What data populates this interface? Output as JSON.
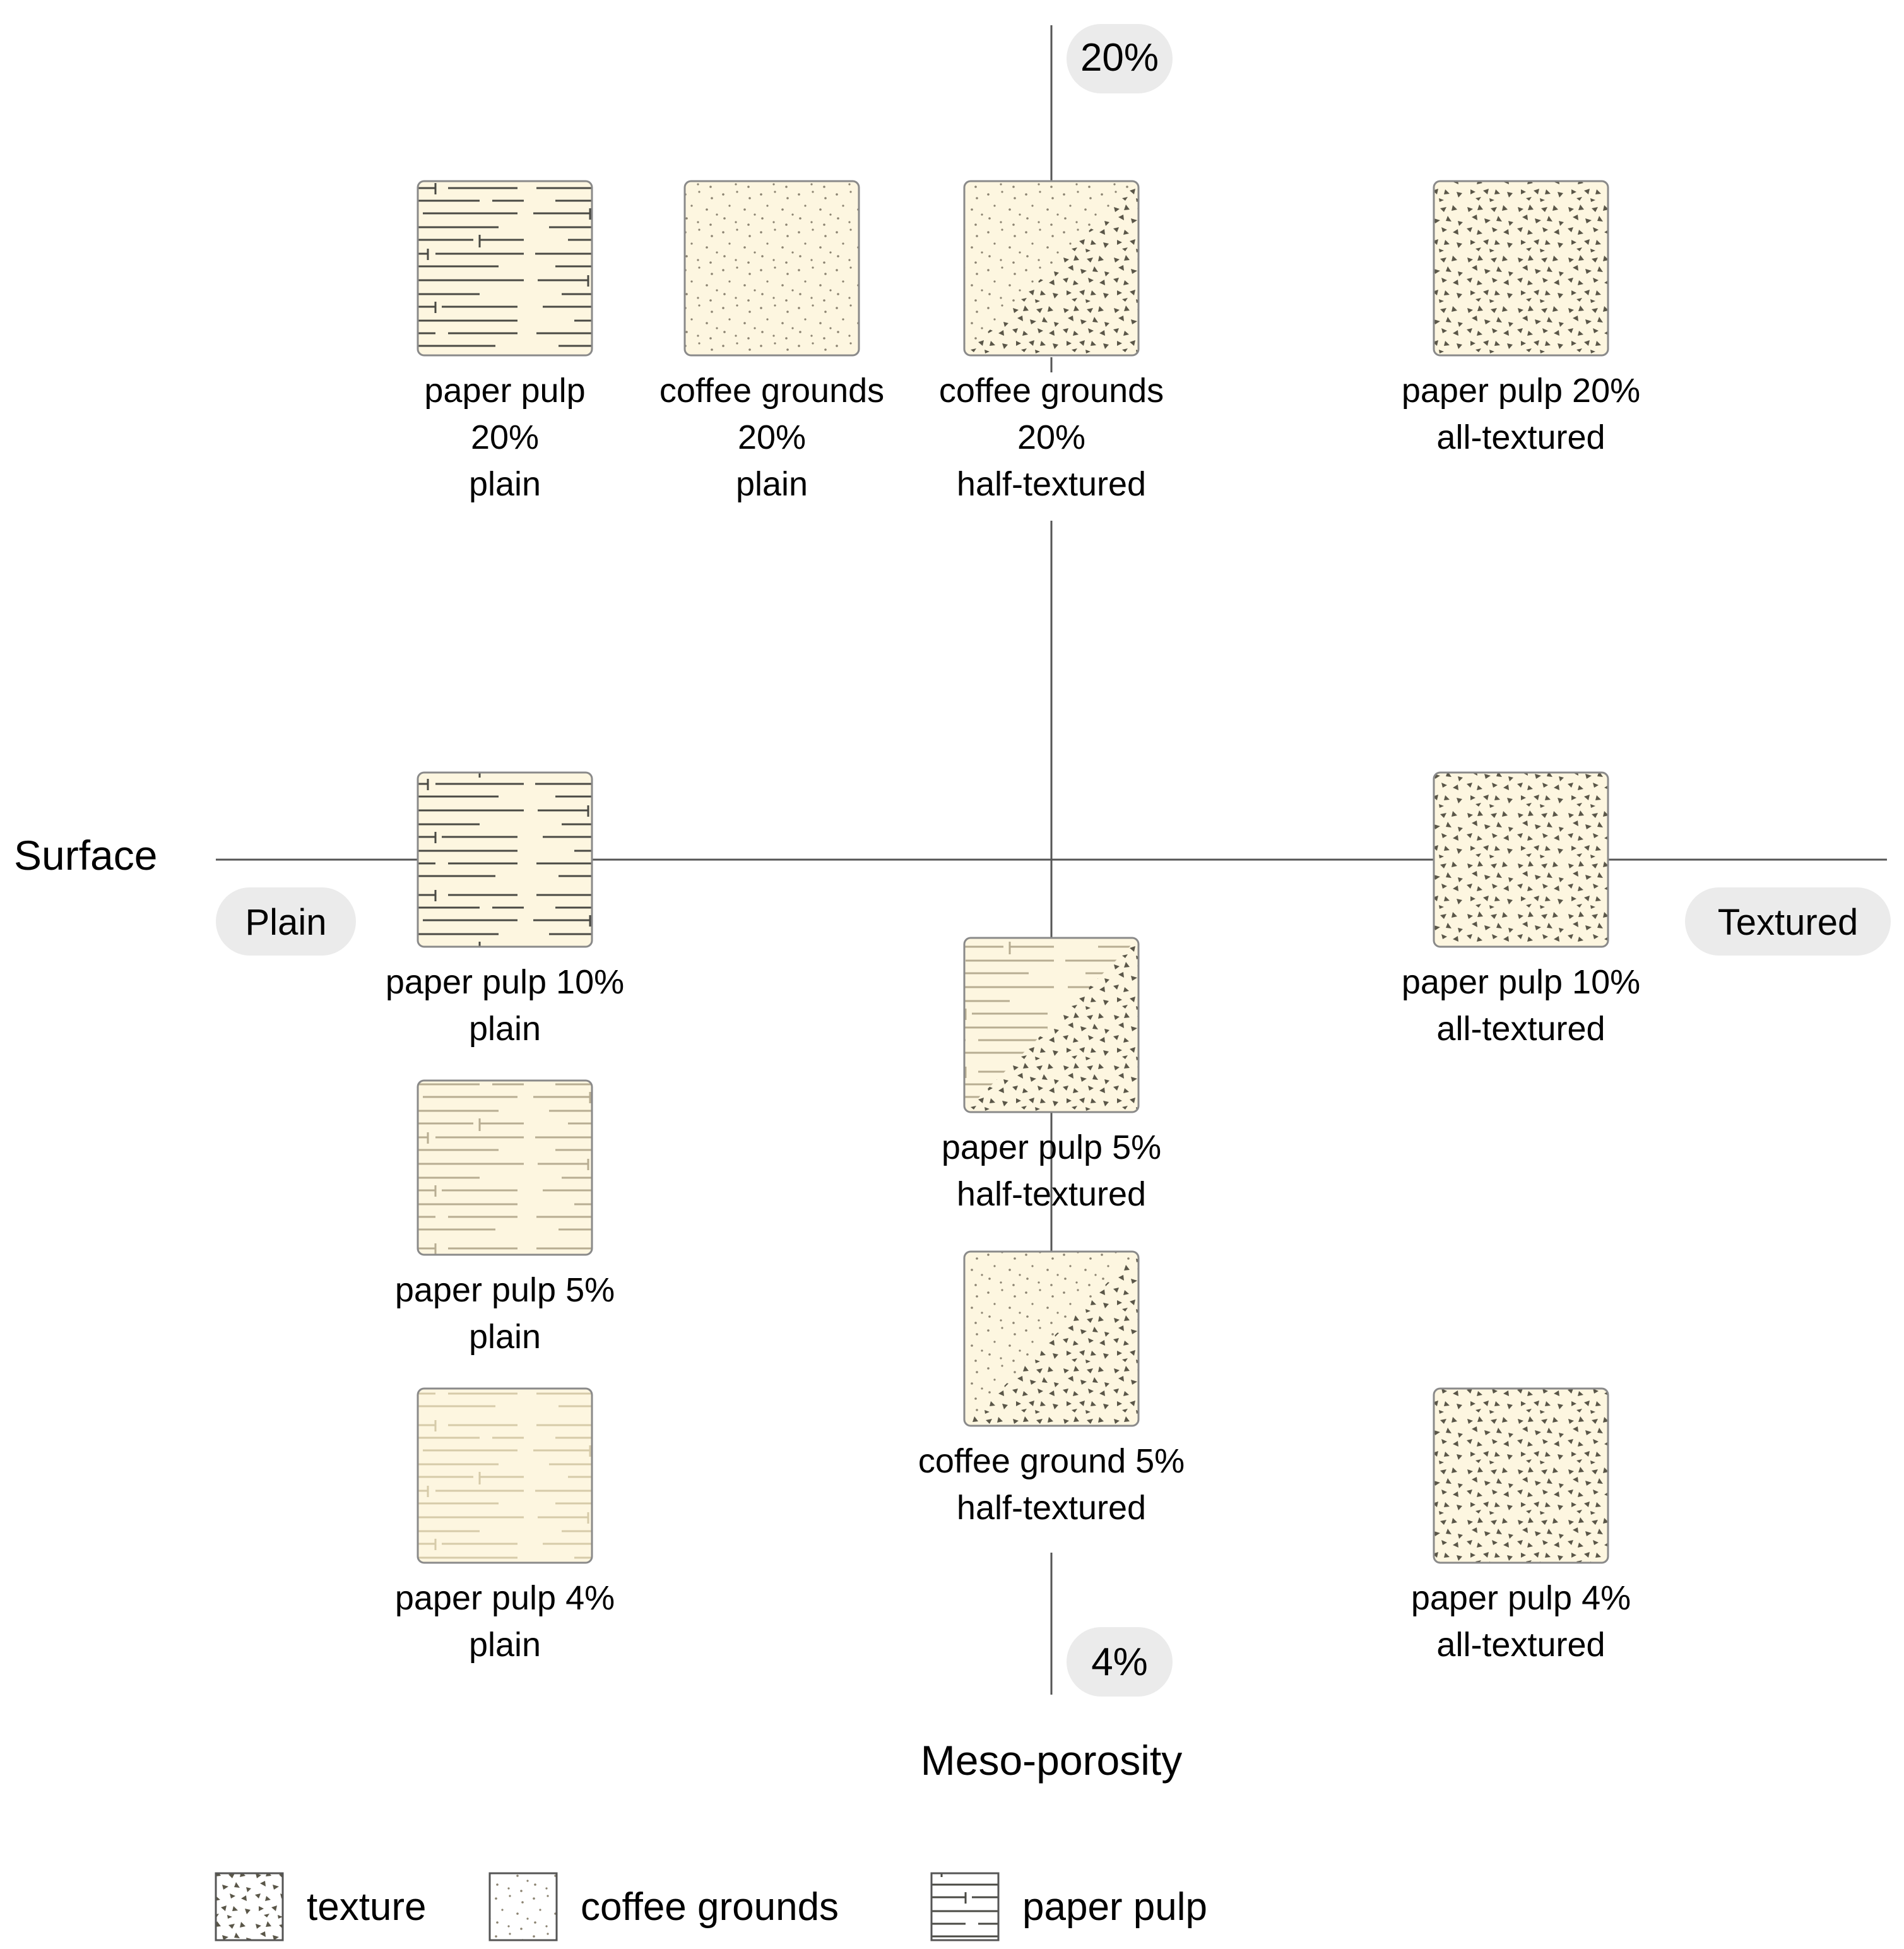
{
  "axes": {
    "horizontal_title": "Surface",
    "horizontal_left": "Plain",
    "horizontal_right": "Textured",
    "vertical_title": "Meso-porosity",
    "vertical_top": "20%",
    "vertical_bottom": "4%"
  },
  "samples": [
    {
      "id": "pp20-plain",
      "material": "paper pulp",
      "percent": 20,
      "surface": "plain",
      "lines": [
        "paper pulp",
        "20%",
        "plain"
      ]
    },
    {
      "id": "cg20-plain",
      "material": "coffee grounds",
      "percent": 20,
      "surface": "plain",
      "lines": [
        "coffee grounds",
        "20%",
        "plain"
      ]
    },
    {
      "id": "cg20-half",
      "material": "coffee grounds",
      "percent": 20,
      "surface": "half-textured",
      "lines": [
        "coffee grounds",
        "20%",
        "half-textured"
      ]
    },
    {
      "id": "pp20-all",
      "material": "paper pulp",
      "percent": 20,
      "surface": "all-textured",
      "lines": [
        "paper pulp 20%",
        "all-textured"
      ]
    },
    {
      "id": "pp10-plain",
      "material": "paper pulp",
      "percent": 10,
      "surface": "plain",
      "lines": [
        "paper pulp 10%",
        "plain"
      ]
    },
    {
      "id": "pp10-all",
      "material": "paper pulp",
      "percent": 10,
      "surface": "all-textured",
      "lines": [
        "paper pulp 10%",
        "all-textured"
      ]
    },
    {
      "id": "pp5-half",
      "material": "paper pulp",
      "percent": 5,
      "surface": "half-textured",
      "lines": [
        "paper pulp 5%",
        "half-textured"
      ]
    },
    {
      "id": "pp5-plain",
      "material": "paper pulp",
      "percent": 5,
      "surface": "plain",
      "lines": [
        "paper pulp 5%",
        "plain"
      ]
    },
    {
      "id": "cg5-half",
      "material": "coffee grounds",
      "percent": 5,
      "surface": "half-textured",
      "lines": [
        "coffee ground 5%",
        "half-textured"
      ]
    },
    {
      "id": "pp4-plain",
      "material": "paper pulp",
      "percent": 4,
      "surface": "plain",
      "lines": [
        "paper pulp 4%",
        "plain"
      ]
    },
    {
      "id": "pp4-all",
      "material": "paper pulp",
      "percent": 4,
      "surface": "all-textured",
      "lines": [
        "paper pulp 4%",
        "all-textured"
      ]
    }
  ],
  "legend": [
    {
      "key": "texture",
      "label": "texture"
    },
    {
      "key": "coffee",
      "label": "coffee grounds"
    },
    {
      "key": "pulp",
      "label": "paper pulp"
    }
  ],
  "colors": {
    "tile_fill": "#fdf6e0",
    "tile_border": "#8a8a8a",
    "axis_line": "#555555",
    "pill_fill": "#ebebeb",
    "pattern_ink": "#5a5648"
  }
}
